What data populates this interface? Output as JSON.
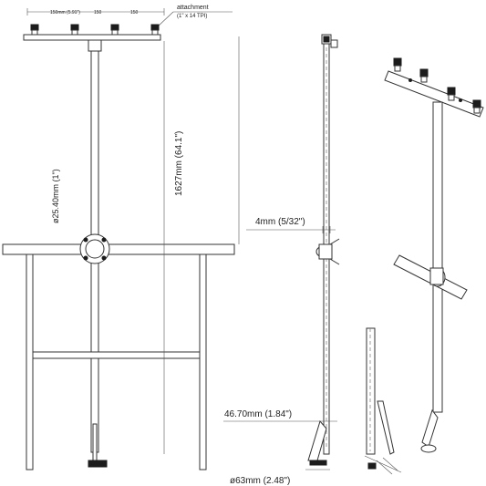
{
  "labels": {
    "top_spacing_1": "150mm (5.91\")",
    "top_spacing_2": "150",
    "top_spacing_3": "150",
    "attachment_line1": "attachment",
    "attachment_line2": "(1\" x 14 TPI)",
    "height": "1627mm (64.1\")",
    "pole_diameter": "ø25.40mm (1\")",
    "wall_thickness": "4mm (5/32\")",
    "foot_height": "46.70mm (1.84\")",
    "foot_diameter": "ø63mm (2.48\")"
  },
  "colors": {
    "line": "#333333",
    "dark": "#1c1c1c",
    "dimension": "#555555"
  }
}
